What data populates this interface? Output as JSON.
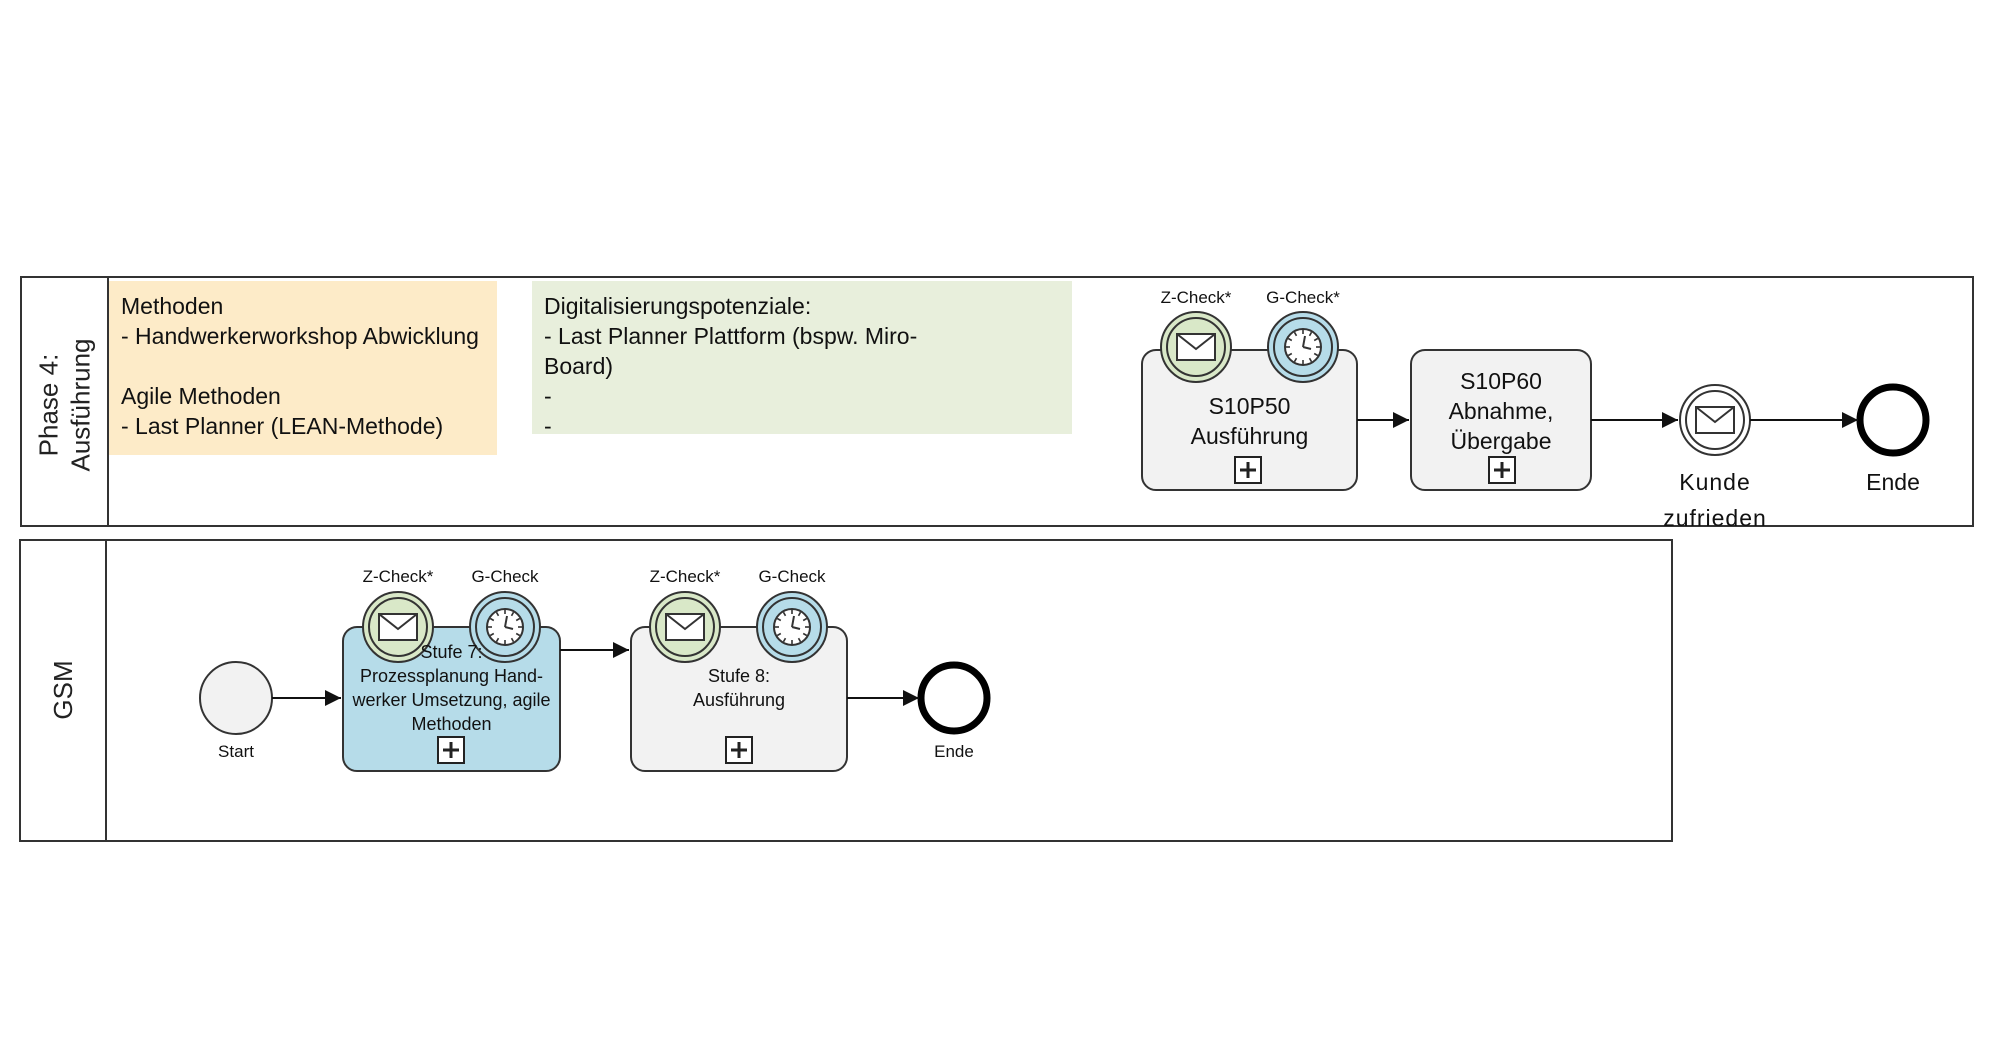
{
  "lanes": {
    "phase4": {
      "label": "Phase 4:\nAusführung"
    },
    "gsm": {
      "label": "GSM"
    }
  },
  "notes": {
    "methods": {
      "text": "Methoden\n- Handwerkerworkshop Abwicklung\n\nAgile Methoden\n- Last Planner (LEAN-Methode)",
      "color": "#fdebc8"
    },
    "digital": {
      "text": "Digitalisierungspotenziale:\n- Last Planner Plattform (bspw. Miro-\nBoard)\n-\n-",
      "color": "#e8efdc"
    }
  },
  "phase4": {
    "task1": {
      "label": "S10P50\nAusführung",
      "z_check": "Z-Check*",
      "g_check": "G-Check*"
    },
    "task2": {
      "label": "S10P60\nAbnahme,\nÜbergabe"
    },
    "message_event": {
      "label": "Kunde\nzufrieden"
    },
    "end_event": {
      "label": "Ende"
    }
  },
  "gsm": {
    "start_event": {
      "label": "Start"
    },
    "task1": {
      "label": "Stufe 7:\nProzessplanung Hand-\nwerker Umsetzung, agile\nMethoden",
      "z_check": "Z-Check*",
      "g_check": "G-Check",
      "fill": "#b6dce9"
    },
    "task2": {
      "label": "Stufe 8:\nAusführung",
      "z_check": "Z-Check*",
      "g_check": "G-Check"
    },
    "end_event": {
      "label": "Ende"
    }
  },
  "colors": {
    "message_event_fill": "#d9e8c8",
    "timer_event_fill": "#b6dce9",
    "task_fill": "#f2f2f2",
    "lane_stroke": "#333333"
  }
}
